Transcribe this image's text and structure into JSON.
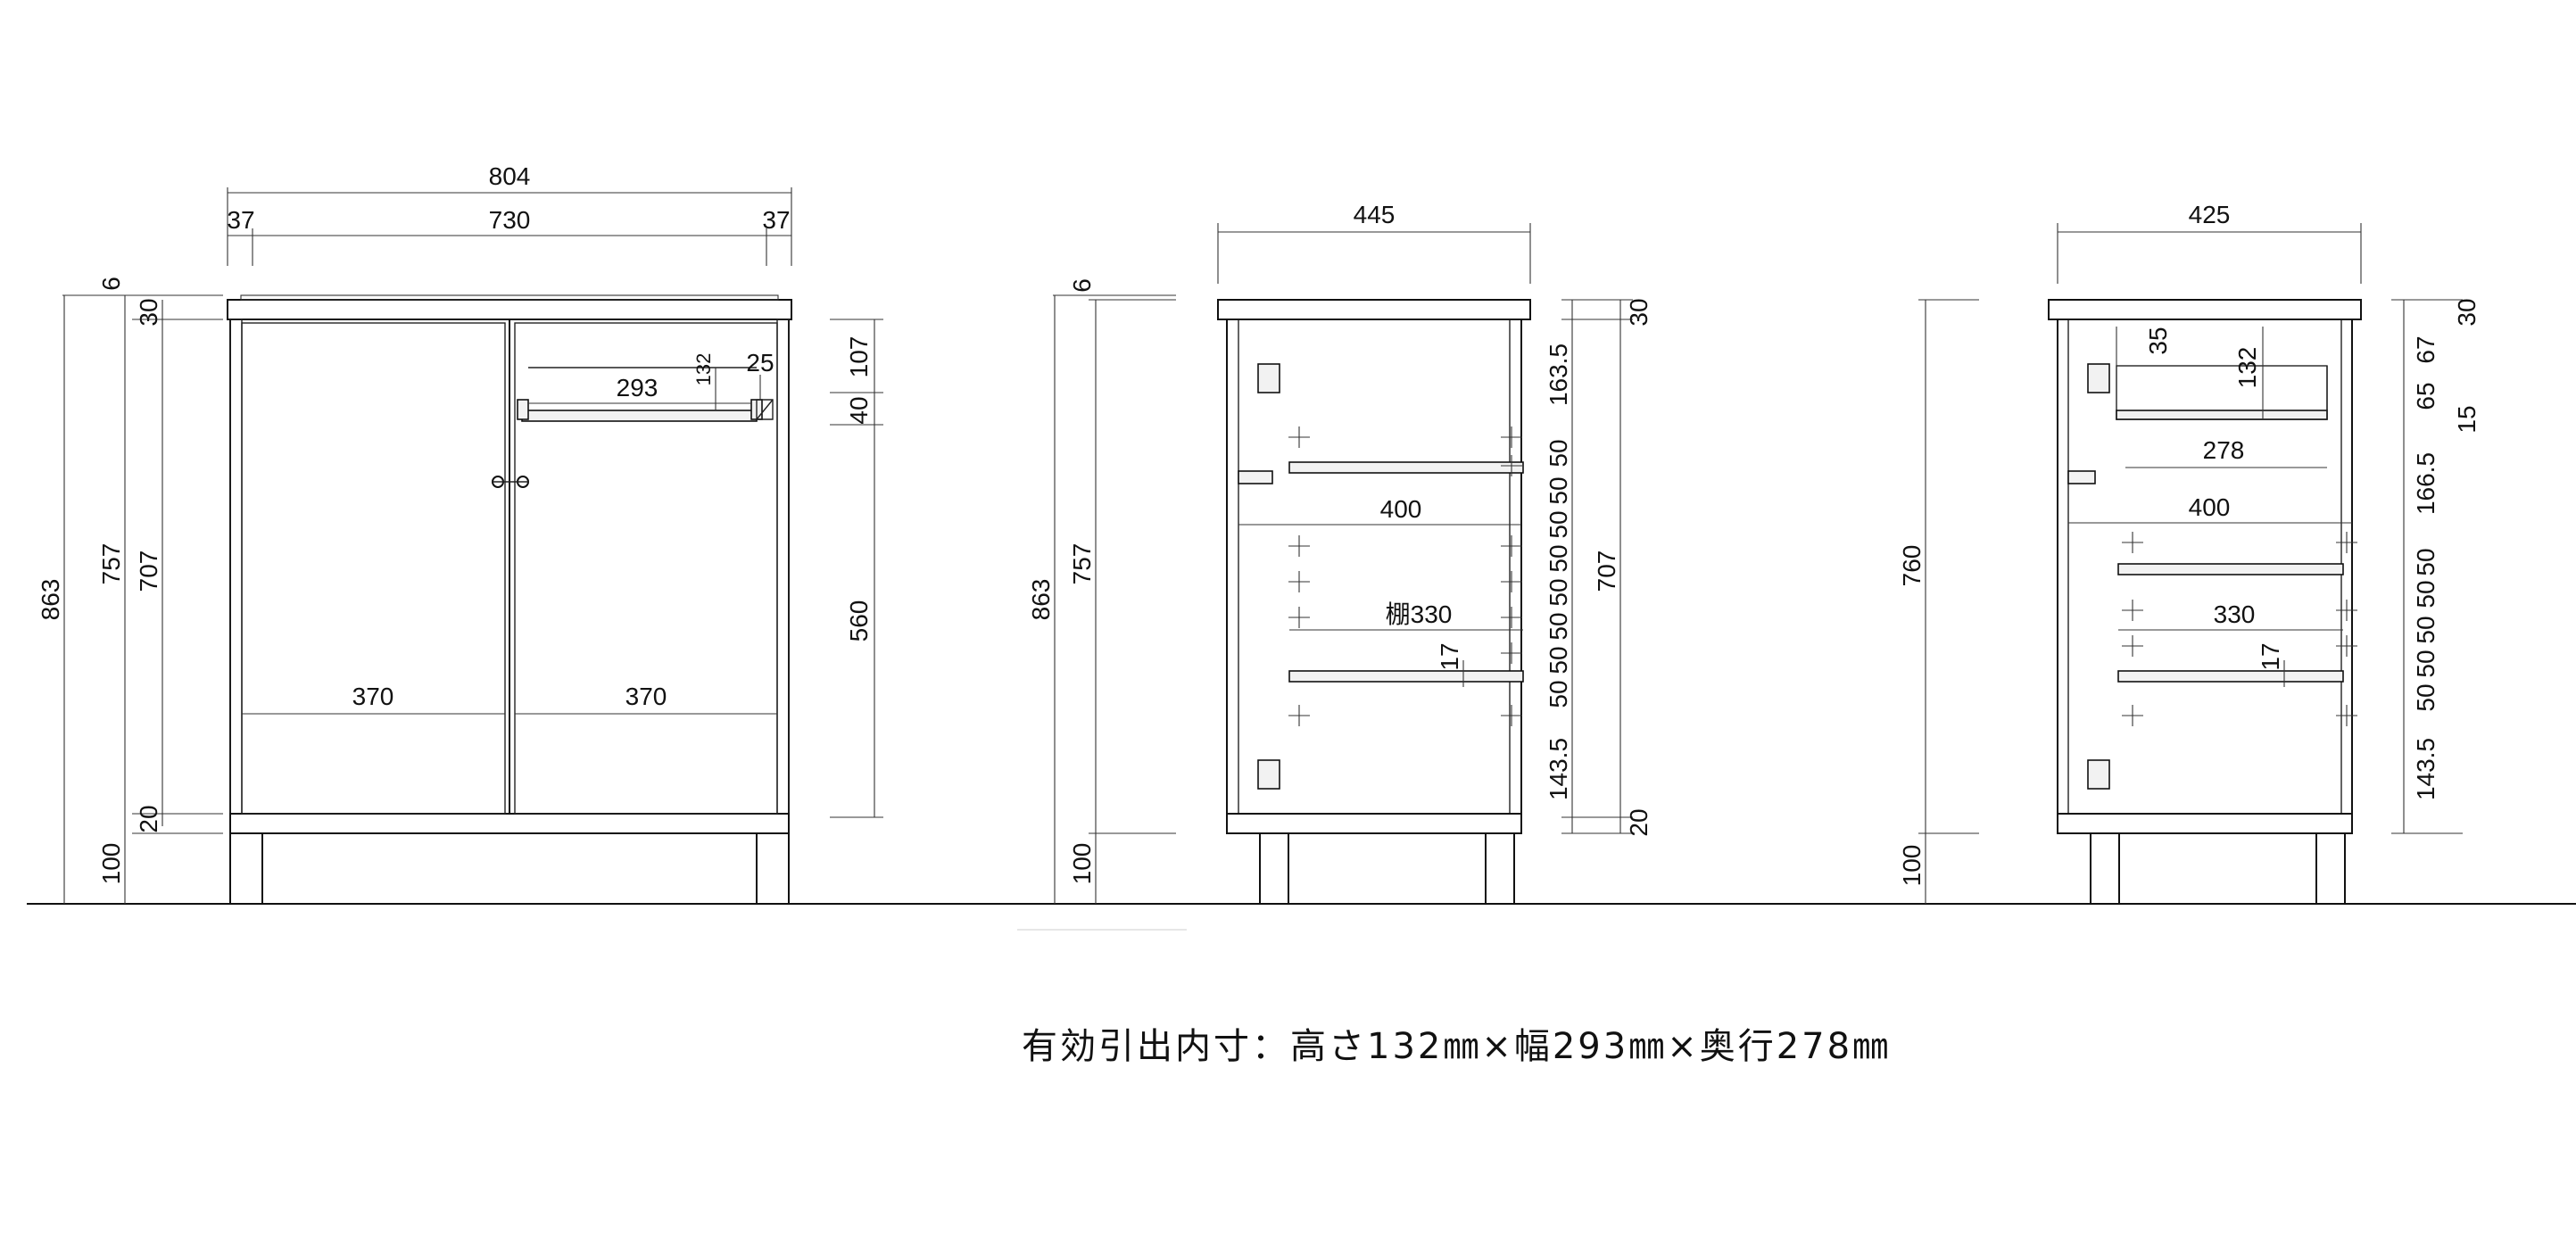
{
  "front_view": {
    "overall_width": "804",
    "side_left": "37",
    "inner_width": "730",
    "side_right": "37",
    "top_thickness": "6",
    "top_board": "30",
    "overall_height": "863",
    "body_height": "757",
    "inner_height": "707",
    "bottom_board": "20",
    "leg_height": "100",
    "drawer_width": "293",
    "drawer_height": "132",
    "drawer_gap": "25",
    "drawer_zone": "107",
    "drawer_rail": "40",
    "door_zone": "560",
    "door_left": "370",
    "door_right": "370"
  },
  "side_view_center": {
    "overall_depth": "445",
    "top_thickness": "6",
    "top_board": "30",
    "overall_height": "863",
    "body_height": "757",
    "inner_height": "707",
    "leg_height": "100",
    "bottom_board": "20",
    "top_space": "163.5",
    "pitches": [
      "50",
      "50",
      "50",
      "50",
      "50",
      "50",
      "50",
      "50",
      "50",
      "50"
    ],
    "bottom_space": "143.5",
    "inner_depth": "400",
    "shelf_label": "棚330",
    "shelf_thickness": "17"
  },
  "side_view_right": {
    "overall_depth": "425",
    "top_board": "30",
    "drawer_offset": "35",
    "drawer_height": "132",
    "drawer_depth": "278",
    "body_height": "760",
    "leg_height": "100",
    "seg_67": "67",
    "seg_65": "65",
    "seg_15": "15",
    "seg_1665": "166.5",
    "pitches": [
      "50",
      "50",
      "50",
      "50",
      "50"
    ],
    "bottom_space": "143.5",
    "inner_depth": "400",
    "shelf_depth": "330",
    "shelf_thickness": "17"
  },
  "caption": "有効引出内寸：高さ132㎜×幅293㎜×奥行278㎜"
}
